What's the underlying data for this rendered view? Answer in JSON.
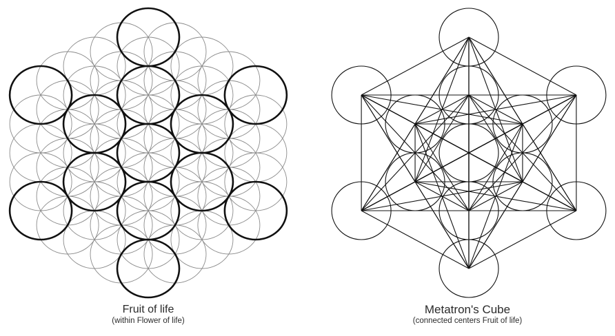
{
  "left": {
    "title": "Fruit of life",
    "subtitle": "(within Flower of life)"
  },
  "right": {
    "title": "Metatron's Cube",
    "subtitle": "(connected centers Fruit of life)"
  },
  "colors": {
    "stroke": "#111111",
    "faint": "#8a8a8a",
    "background": "#ffffff"
  }
}
